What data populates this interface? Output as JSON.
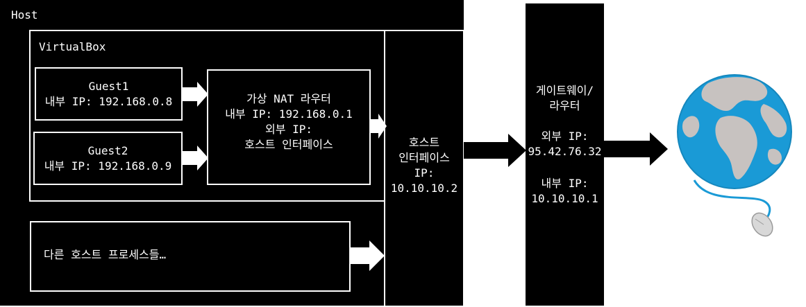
{
  "host": {
    "label": "Host"
  },
  "virtualbox": {
    "label": "VirtualBox"
  },
  "guest1": {
    "name": "Guest1",
    "ip": "내부 IP: 192.168.0.8"
  },
  "guest2": {
    "name": "Guest2",
    "ip": "내부 IP: 192.168.0.9"
  },
  "nat_router": {
    "line1": "가상 NAT 라우터",
    "line2": "내부 IP: 192.168.0.1",
    "line3": "외부 IP:",
    "line4": "호스트 인터페이스"
  },
  "other_processes": {
    "label": "다른 호스트 프로세스들…"
  },
  "host_interface": {
    "line1": "호스트",
    "line2": "인터페이스",
    "line3": "IP:",
    "line4": "10.10.10.2"
  },
  "gateway": {
    "line1": "게이트웨이/",
    "line2": "라우터",
    "line3": "외부 IP:",
    "line4": "95.42.76.32",
    "line5": "내부 IP:",
    "line6": "10.10.10.1"
  },
  "icons": {
    "internet": "globe-with-mouse-icon"
  },
  "colors": {
    "background": "#000000",
    "foreground": "#ffffff",
    "globe_ocean": "#1a9ad6",
    "globe_land": "#bdbdbd"
  }
}
